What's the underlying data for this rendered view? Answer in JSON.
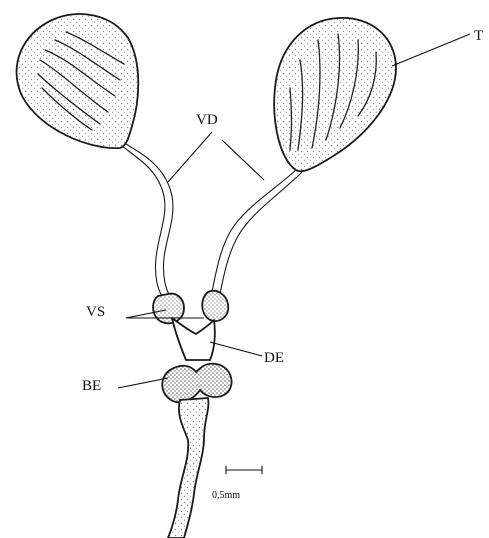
{
  "labels": {
    "testis": "T",
    "vas_deferens": "VD",
    "vesicula_seminalis": "VS",
    "ductus_ejaculatorius": "DE",
    "bulbus_ejaculatorius": "BE"
  },
  "scale": {
    "text": "0,5mm"
  }
}
